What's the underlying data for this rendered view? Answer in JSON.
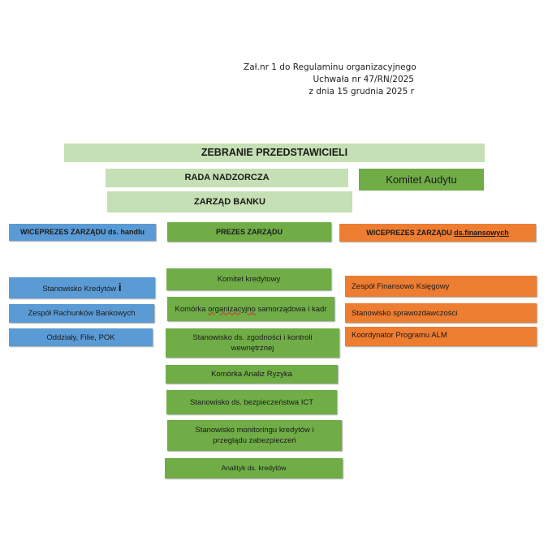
{
  "header": {
    "line1": "Zał.nr 1 do Regulaminu organizacyjnego",
    "line2": "Uchwała nr 47/RN/2025",
    "line3": "z dnia 15 grudnia 2025 r"
  },
  "top": {
    "zebranie": "ZEBRANIE PRZEDSTAWICIELI",
    "rada": "RADA NADZORCZA",
    "komitet_audytu": "Komitet Audytu",
    "zarzad": "ZARZĄD BANKU"
  },
  "level2": {
    "wice_handel": "WICEPREZES ZARZĄDU  ds. handlu",
    "prezes": "PREZES ZARZĄDU",
    "wice_fin_a": "WICEPREZES ZARZĄDU  ",
    "wice_fin_b": "ds.finansowych"
  },
  "blue": {
    "stanowisko_kredytow": "Stanowisko Kredytów",
    "stanowisko_kredytow_suffix": "i",
    "zespol_rachunkow": "Zespół Rachunków Bankowych",
    "oddzialy": "Oddziały, Filie, POK"
  },
  "green": {
    "komitet_kredytowy": "Komitet kredytowy",
    "komorka_org_a": "Komórka  ",
    "komorka_org_b": "organizacyjno",
    "komorka_org_c": " samorządowa i kadr",
    "zgodnosc": "Stanowisko  ds. zgodności i kontroli wewnętrznej",
    "analiz_ryzyka": "Komórka  Analiz Ryzyka",
    "bezpieczenstwa": "Stanowisko ds. bezpieczeństwa ICT",
    "monitoringu": "Stanowisko monitoringu kredytów i przeglądu zabezpieczeń",
    "analityk": "Analityk ds. kredytów"
  },
  "orange": {
    "zespol_fin": "Zespół Finansowo Księgowy",
    "sprawozdawczosci": "Stanowisko sprawozdawczości",
    "alm": "Koordynator  Programu ALM"
  },
  "colors": {
    "light_green": "#c5e0b4",
    "green": "#70ad47",
    "blue": "#5b9bd5",
    "orange": "#ed7d31"
  }
}
